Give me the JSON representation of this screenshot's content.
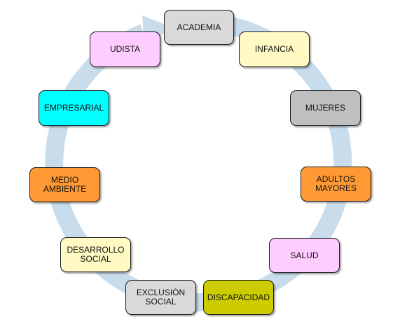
{
  "diagram": {
    "arrow_color": "#c9dcec",
    "nodes": [
      {
        "id": "academia",
        "label": "ACADEMIA",
        "color": "#d9d9d9"
      },
      {
        "id": "infancia",
        "label": "INFANCIA",
        "color": "#fff9c4"
      },
      {
        "id": "mujeres",
        "label": "MUJERES",
        "color": "#bfbfbf"
      },
      {
        "id": "adultos-mayores",
        "label": "ADULTOS\nMAYORES",
        "color": "#ff9933"
      },
      {
        "id": "salud",
        "label": "SALUD",
        "color": "#ffccff"
      },
      {
        "id": "discapacidad",
        "label": "DISCAPACIDAD",
        "color": "#cccc00"
      },
      {
        "id": "exclusion-social",
        "label": "EXCLUSIÓN\nSOCIAL",
        "color": "#d9d9d9"
      },
      {
        "id": "desarrollo-social",
        "label": "DESARROLLO\nSOCIAL",
        "color": "#fff9c4"
      },
      {
        "id": "medio-ambiente",
        "label": "MEDIO\nAMBIENTE",
        "color": "#ff9933"
      },
      {
        "id": "empresarial",
        "label": "EMPRESARIAL",
        "color": "#00ffff"
      },
      {
        "id": "udista",
        "label": "UDISTA",
        "color": "#ffccff"
      }
    ]
  }
}
